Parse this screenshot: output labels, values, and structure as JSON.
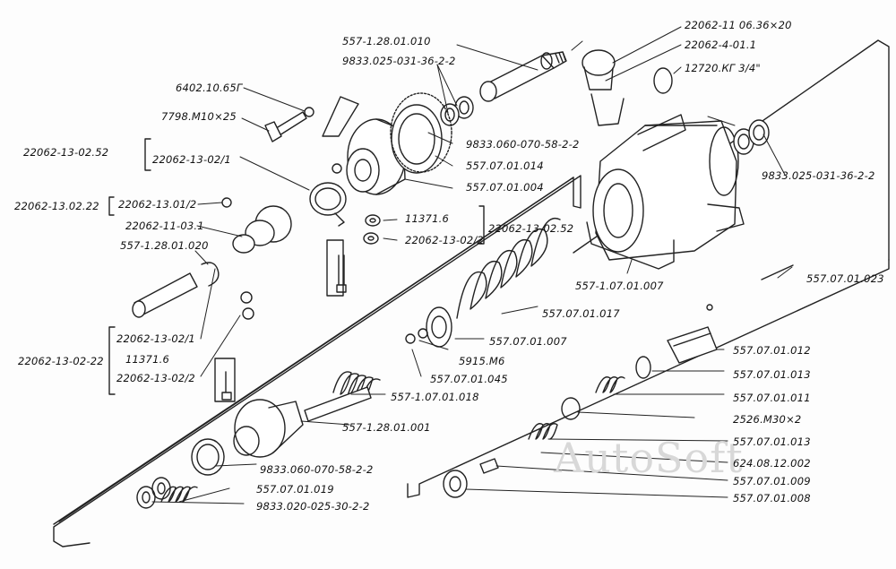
{
  "watermark": "AutoSoft",
  "labels": {
    "l01": "557-1.28.01.010",
    "l02": "9833.025-031-36-2-2",
    "l03": "6402.10.65Г",
    "l04": "7798.M10×25",
    "l05": "22062-13-02.52",
    "l06": "22062-13-02/1",
    "l07": "9833.060-070-58-2-2",
    "l08": "557.07.01.014",
    "l09": "557.07.01.004",
    "l10": "22062-13.02.22",
    "l11": "22062-13.01/2",
    "l12": "22062-11-03.1",
    "l13": "557-1.28.01.020",
    "l14": "11371.6",
    "l15": "22062-13-02/2",
    "l16": "22062-13-02.52",
    "l17": "22062-13-02/1",
    "l18": "22062-13-02-22",
    "l19": "11371.6",
    "l20": "22062-13-02/2",
    "l21": "22062-11 06.36×20",
    "l22": "22062-4-01.1",
    "l23": "12720.КГ 3/4\"",
    "l24": "9833.025-031-36-2-2",
    "l25": "557-1.07.01.007",
    "l26": "557.07.01.023",
    "l27": "557.07.01.017",
    "l28": "557.07.01.007",
    "l29": "5915.M6",
    "l30": "557.07.01.045",
    "l31": "557-1.07.01.018",
    "l32": "557-1.28.01.001",
    "l33": "9833.060-070-58-2-2",
    "l34": "557.07.01.019",
    "l35": "9833.020-025-30-2-2",
    "l36": "557.07.01.012",
    "l37": "557.07.01.013",
    "l38": "557.07.01.011",
    "l39": "2526.M30×2",
    "l40": "557.07.01.013",
    "l41": "624.08.12.002",
    "l42": "557.07.01.009",
    "l43": "557.07.01.008"
  }
}
